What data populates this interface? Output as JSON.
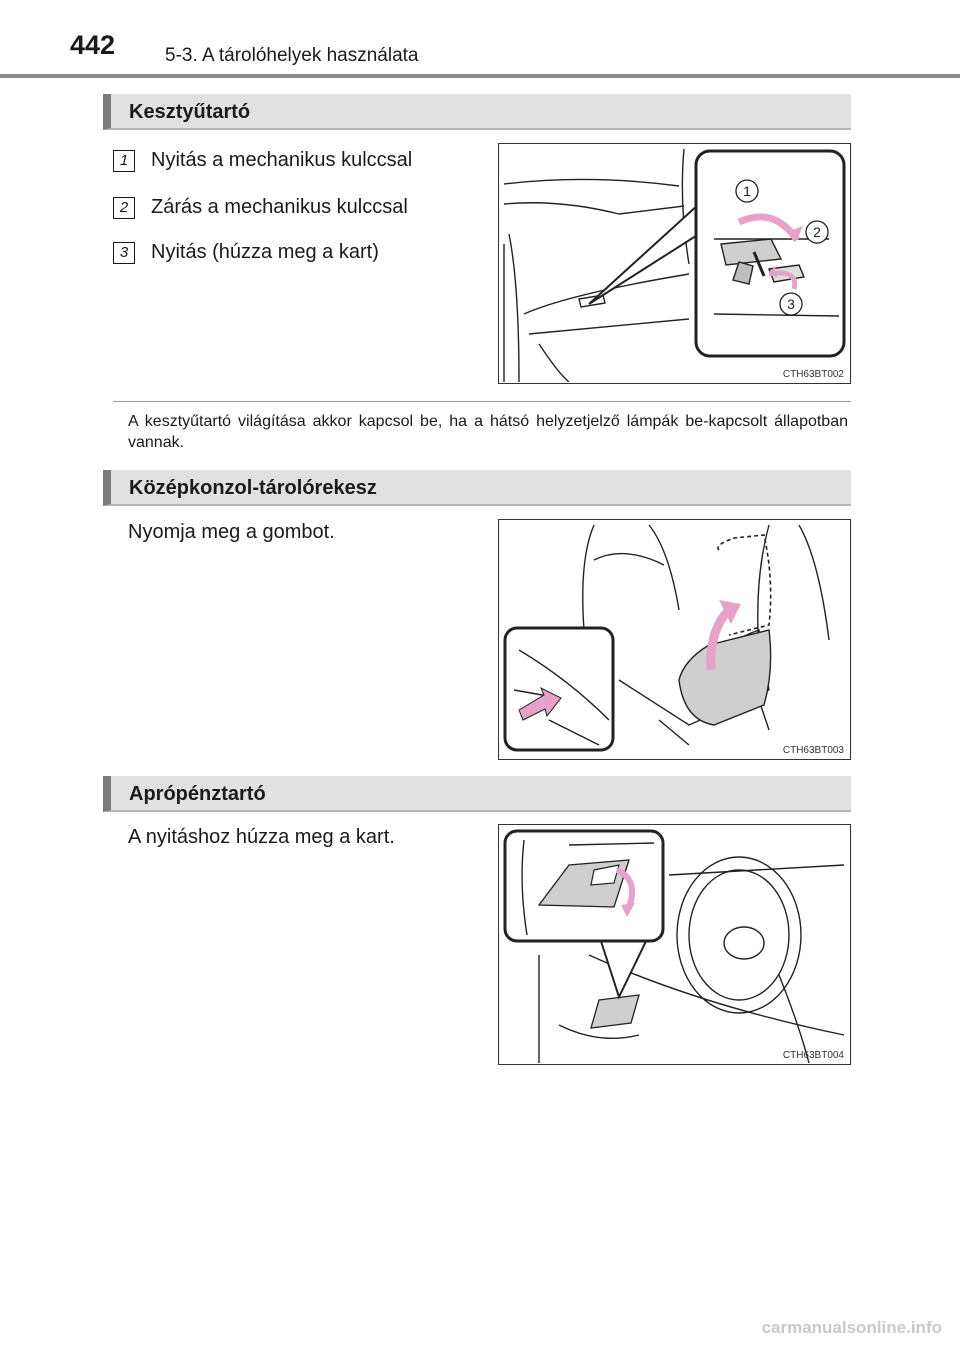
{
  "header": {
    "page_number": "442",
    "chapter": "5-3. A tárolóhelyek használata"
  },
  "glovebox": {
    "title": "Kesztyűtartó",
    "steps": [
      {
        "num": "1",
        "text": "Nyitás a mechanikus kulccsal"
      },
      {
        "num": "2",
        "text": "Zárás a mechanikus kulccsal"
      },
      {
        "num": "3",
        "text": "Nyitás (húzza meg a kart)"
      }
    ],
    "figure_code": "CTH63BT002",
    "callouts": [
      "1",
      "2",
      "3"
    ],
    "note": "A kesztyűtartó világítása akkor kapcsol be, ha a hátsó helyzetjelző lámpák be-kapcsolt állapotban vannak."
  },
  "console": {
    "title": "Középkonzol-tárolórekesz",
    "text": "Nyomja meg a gombot.",
    "figure_code": "CTH63BT003"
  },
  "coin": {
    "title": "Aprópénztartó",
    "text": "A nyitáshoz húzza meg a kart.",
    "figure_code": "CTH63BT004"
  },
  "watermark": "carmanualsonline.info",
  "colors": {
    "accent_pink": "#e7a2c9",
    "section_bar": "#e1e1e1",
    "section_bar_edge": "#7a7a7a"
  }
}
